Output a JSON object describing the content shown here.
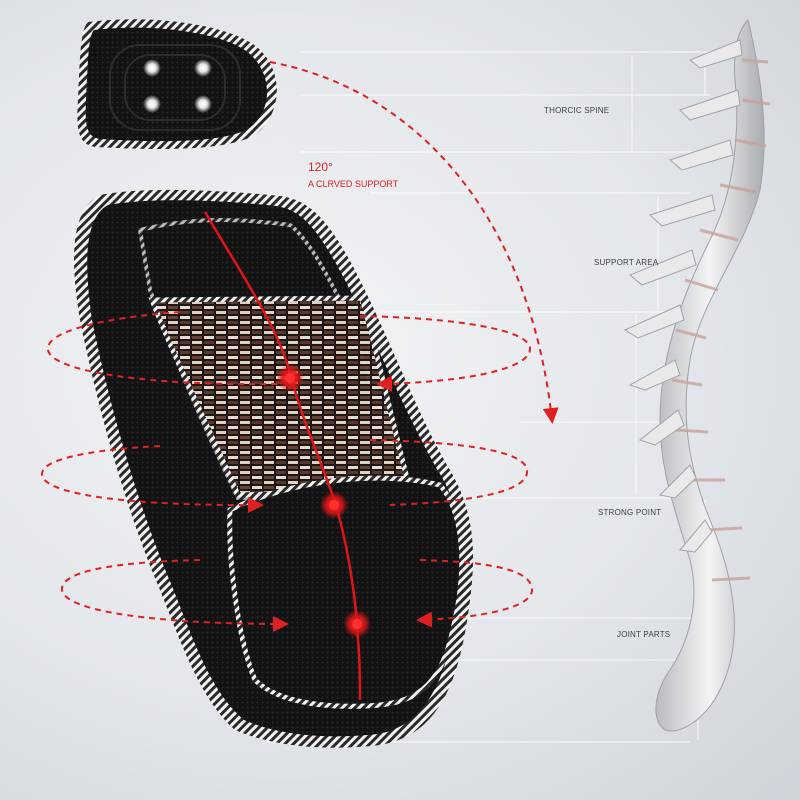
{
  "callout": {
    "angle": "120°",
    "text": "A CLRVED SUPPORT"
  },
  "labels": {
    "thoracic": "THORCIC SPINE",
    "support_area": "SUPPORT AREA",
    "strong_point": "STRONG POINT",
    "joint_parts": "JOINT PARTS"
  },
  "colors": {
    "accent_red": "#e02020",
    "cushion_black": "#141414",
    "piping_gray": "#9a9a9a",
    "background": "#e6e8eb"
  }
}
